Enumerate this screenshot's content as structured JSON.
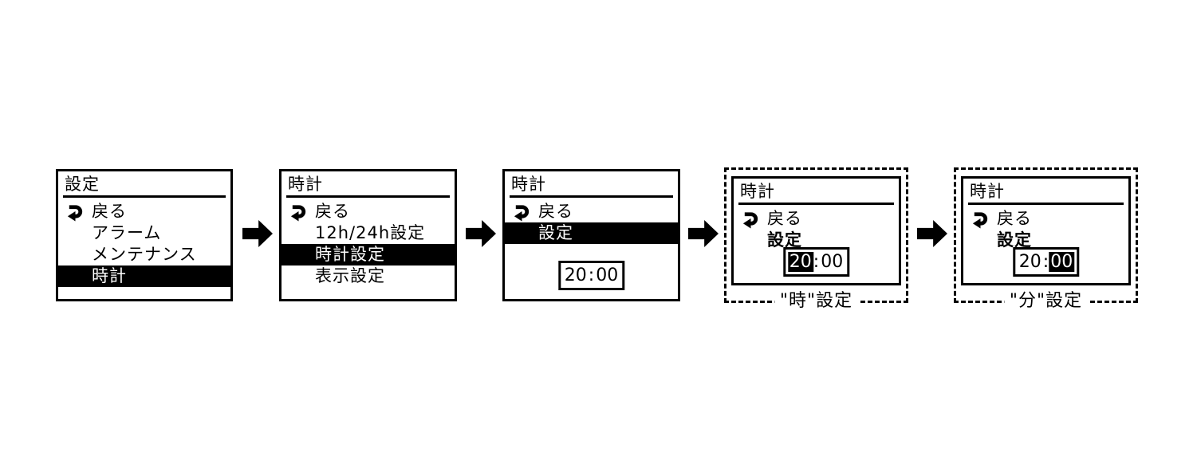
{
  "colors": {
    "ink": "#000000",
    "paper": "#ffffff",
    "highlight_bg": "#000000",
    "highlight_fg": "#ffffff"
  },
  "icons": {
    "back_icon": "curved-return-arrow",
    "flow_arrow_icon": "solid-right-block-arrow"
  },
  "screens": [
    {
      "title": "設定",
      "items": {
        "back": "戻る",
        "alarm": "アラーム",
        "maintenance": "メンテナンス",
        "clock": "時計"
      },
      "highlighted_item": "時計"
    },
    {
      "title": "時計",
      "items": {
        "back": "戻る",
        "hour_format": "12h/24h設定",
        "clock_setting": "時計設定",
        "display_setting": "表示設定"
      },
      "highlighted_item": "時計設定"
    },
    {
      "title": "時計",
      "items": {
        "back": "戻る",
        "setting": "設定"
      },
      "highlighted_item": "設定",
      "time": {
        "hour": "20",
        "separator": ":",
        "minute": "00"
      }
    },
    {
      "title": "時計",
      "items": {
        "back": "戻る",
        "setting": "設定"
      },
      "time": {
        "hour": "20",
        "separator": ":",
        "minute": "00"
      },
      "selected_segment": "hour",
      "caption": "\"時\"設定"
    },
    {
      "title": "時計",
      "items": {
        "back": "戻る",
        "setting": "設定"
      },
      "time": {
        "hour": "20",
        "separator": ":",
        "minute": "00"
      },
      "selected_segment": "minute",
      "caption": "\"分\"設定"
    }
  ]
}
